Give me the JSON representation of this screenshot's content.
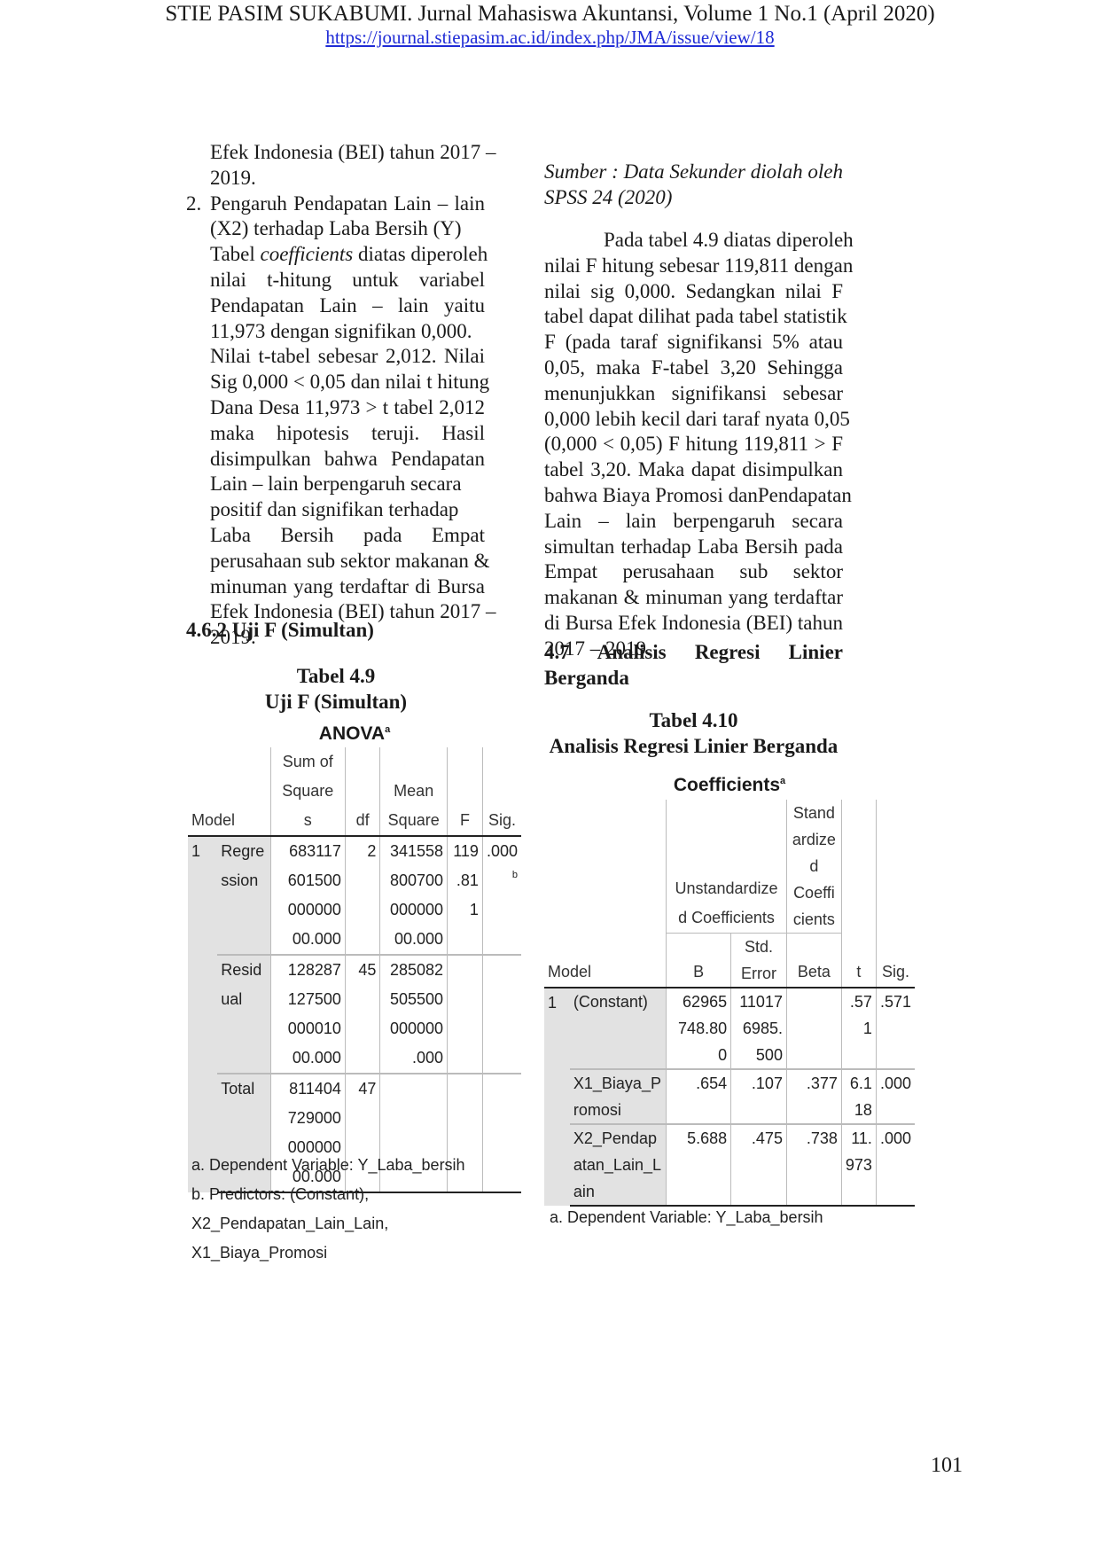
{
  "header": {
    "journal": "STIE PASIM SUKABUMI. Jurnal Mahasiswa Akuntansi, Volume 1 No.1 (April 2020)",
    "url": "https://journal.stiepasim.ac.id/index.php/JMA/issue/view/18"
  },
  "left": {
    "cont": [
      "Efek Indonesia (BEI) tahun 2017 –",
      "2019."
    ],
    "item2_num": "2.",
    "item2_title": [
      "Pengaruh Pendapatan Lain – lain",
      "(X2) terhadap Laba Bersih (Y)"
    ],
    "item2_pre": "Tabel ",
    "item2_italic": "coefficients",
    "item2_post": " diatas diperoleh",
    "item2_body": [
      "nilai t-hitung untuk variabel",
      "Pendapatan Lain – lain yaitu",
      "11,973 dengan signifikan 0,000.",
      "Nilai t-tabel sebesar 2,012. Nilai",
      "Sig 0,000 < 0,05 dan nilai t hitung",
      "Dana Desa 11,973 > t tabel 2,012",
      "maka hipotesis teruji. Hasil",
      "disimpulkan bahwa Pendapatan",
      "Lain – lain berpengaruh secara",
      "positif dan signifikan terhadap",
      "Laba Bersih pada Empat",
      "perusahaan sub sektor makanan &",
      "minuman yang terdaftar di Bursa",
      "Efek Indonesia (BEI) tahun 2017 –",
      "2019."
    ],
    "section": "4.6.2 Uji F (Simultan)",
    "table_caption": [
      "Tabel  4.9",
      "Uji F (Simultan)"
    ]
  },
  "anova": {
    "title": "ANOVA",
    "title_sup": "a",
    "headers": {
      "model": "Model",
      "ss": [
        "Sum of",
        "Square",
        "s"
      ],
      "df": "df",
      "ms": [
        "Mean",
        "Square"
      ],
      "f": "F",
      "sig": "Sig."
    },
    "regression": {
      "num": "1",
      "label": [
        "Regre",
        "ssion"
      ],
      "ss": [
        "683117",
        "601500",
        "000000",
        "00.000"
      ],
      "df": "2",
      "ms": [
        "341558",
        "800700",
        "000000",
        "00.000"
      ],
      "f": [
        "119",
        ".81",
        "1"
      ],
      "sig": ".000",
      "sig_sup": "b"
    },
    "residual": {
      "label": [
        "Resid",
        "ual"
      ],
      "ss": [
        "128287",
        "127500",
        "000010",
        "00.000"
      ],
      "df": "45",
      "ms": [
        "285082",
        "505500",
        "000000",
        ".000"
      ]
    },
    "total": {
      "label": "Total",
      "ss": [
        "811404",
        "729000",
        "000000",
        "00.000"
      ],
      "df": "47"
    },
    "footnotes": [
      "a. Dependent Variable: Y_Laba_bersih",
      "b. Predictors: (Constant),",
      "X2_Pendapatan_Lain_Lain, X1_Biaya_Promosi"
    ]
  },
  "right": {
    "source": [
      "Sumber : Data Sekunder diolah oleh",
      "SPSS 24 (2020)"
    ],
    "para": [
      "Pada tabel 4.9 diatas diperoleh",
      "nilai F hitung sebesar 119,811 dengan",
      "nilai sig 0,000. Sedangkan nilai F",
      "tabel dapat dilihat pada tabel statistik",
      "F (pada taraf signifikansi 5% atau",
      "0,05, maka F-tabel 3,20 Sehingga",
      "menunjukkan signifikansi sebesar",
      "0,000 lebih kecil dari taraf nyata 0,05",
      "(0,000 < 0,05) F hitung 119,811 > F",
      "tabel 3,20. Maka dapat disimpulkan",
      "bahwa Biaya Promosi danPendapatan",
      "Lain – lain berpengaruh secara",
      "simultan terhadap Laba Bersih pada",
      "Empat perusahaan sub sektor",
      "makanan & minuman yang terdaftar",
      "di Bursa Efek Indonesia (BEI) tahun",
      "2017 – 2019."
    ],
    "section": [
      "4.7 Analisis Regresi Linier",
      "Berganda"
    ],
    "table_caption": [
      "Tabel 4.10",
      "Analisis Regresi Linier Berganda"
    ]
  },
  "coeff": {
    "title": "Coefficients",
    "title_sup": "a",
    "headers": {
      "std": [
        "Stand",
        "ardize",
        "d",
        "Coeffi",
        "cients"
      ],
      "unstd": [
        "Unstandardize",
        "d Coefficients"
      ],
      "stderr": [
        "Std.",
        "Error"
      ],
      "model": "Model",
      "b": "B",
      "beta": "Beta",
      "t": "t",
      "sig": "Sig."
    },
    "constant": {
      "num": "1",
      "label": "(Constant)",
      "b": [
        "62965",
        "748.80",
        "0"
      ],
      "se": [
        "11017",
        "6985.",
        "500"
      ],
      "beta": "",
      "t": [
        ".57",
        "1"
      ],
      "sig": ".571"
    },
    "x1": {
      "label": [
        "X1_Biaya_P",
        "romosi"
      ],
      "b": ".654",
      "se": ".107",
      "beta": ".377",
      "t": [
        "6.1",
        "18"
      ],
      "sig": ".000"
    },
    "x2": {
      "label": [
        "X2_Pendap",
        "atan_Lain_L",
        "ain"
      ],
      "b": "5.688",
      "se": ".475",
      "beta": ".738",
      "t": [
        "11.",
        "973"
      ],
      "sig": ".000"
    },
    "footnote": "a. Dependent Variable: Y_Laba_bersih"
  },
  "page_number": "101"
}
